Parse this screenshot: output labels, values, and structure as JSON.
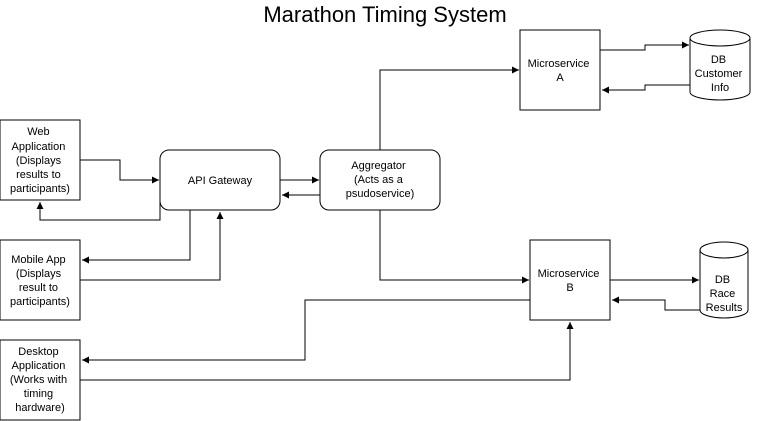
{
  "diagram": {
    "title": "Marathon Timing System",
    "nodes": {
      "web_app": {
        "label": [
          "Web",
          "Application",
          "(Displays",
          "results to",
          "participants)"
        ]
      },
      "mobile_app": {
        "label": [
          "Mobile App",
          "(Displays",
          "result to",
          "participants)"
        ]
      },
      "desktop_app": {
        "label": [
          "Desktop",
          "Application",
          "(Works with",
          "timing",
          "hardware)"
        ]
      },
      "api_gateway": {
        "label": [
          "API Gateway"
        ]
      },
      "aggregator": {
        "label": [
          "Aggregator",
          "(Acts as a",
          "psudoservice)"
        ]
      },
      "microservice_a": {
        "label": [
          "Microservice",
          "A"
        ]
      },
      "microservice_b": {
        "label": [
          "Microservice",
          "B"
        ]
      },
      "db_customer": {
        "label": [
          "DB",
          "Customer",
          "Info"
        ]
      },
      "db_race": {
        "label": [
          "DB",
          "Race",
          "Results"
        ]
      }
    },
    "edges": [
      {
        "from": "web_app",
        "to": "api_gateway"
      },
      {
        "from": "api_gateway",
        "to": "web_app"
      },
      {
        "from": "api_gateway",
        "to": "mobile_app"
      },
      {
        "from": "mobile_app",
        "to": "api_gateway"
      },
      {
        "from": "api_gateway",
        "to": "aggregator"
      },
      {
        "from": "aggregator",
        "to": "api_gateway"
      },
      {
        "from": "aggregator",
        "to": "microservice_a"
      },
      {
        "from": "aggregator",
        "to": "microservice_b"
      },
      {
        "from": "microservice_a",
        "to": "db_customer"
      },
      {
        "from": "db_customer",
        "to": "microservice_a"
      },
      {
        "from": "microservice_b",
        "to": "db_race"
      },
      {
        "from": "db_race",
        "to": "microservice_b"
      },
      {
        "from": "microservice_b",
        "to": "desktop_app"
      },
      {
        "from": "desktop_app",
        "to": "microservice_b"
      }
    ]
  }
}
